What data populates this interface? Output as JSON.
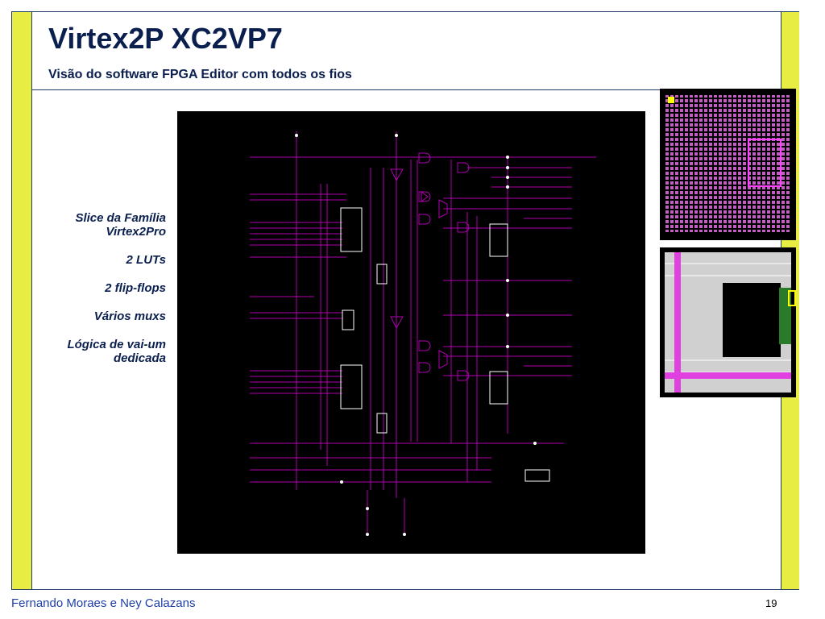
{
  "slide": {
    "title": "Virtex2P XC2VP7",
    "subtitle": "Visão do software FPGA Editor com todos os fios"
  },
  "bullets": [
    "Slice da Família Virtex2Pro",
    "2 LUTs",
    "2 flip-flops",
    "Vários  muxs",
    "Lógica de vai-um dedicada"
  ],
  "footer": {
    "author": "Fernando Moraes e Ney Calazans",
    "page": "19"
  },
  "colors": {
    "accent_bar": "#e8ed44",
    "title_text": "#0b1f4f",
    "footer_text": "#1f3fa8",
    "wire": "#b000b0"
  }
}
